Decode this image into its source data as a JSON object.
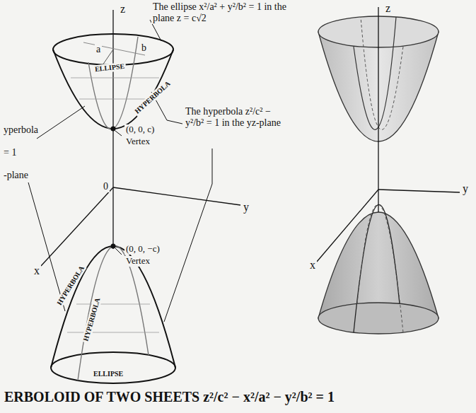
{
  "diagram": {
    "caption": "ERBOLOID OF TWO SHEETS z²/c² − x²/a² − y²/b² = 1",
    "labels": [
      "z",
      "The ellipse x²/a² + y²/b² = 1 in the plane z = c√2",
      "a",
      "b",
      "ELLIPSE",
      "HYPERBOLA",
      "yperbola",
      "= 1",
      "-plane",
      "(0, 0, c)",
      "Vertex",
      "The hyperbola z²/c² − y²/b² = 1 in the yz-plane",
      "0",
      "y",
      "x",
      "(0, 0, −c)",
      "Vertex",
      "HYPERBOLA",
      "HYPERBOLA",
      "ELLIPSE",
      "z",
      "y",
      "x"
    ]
  }
}
